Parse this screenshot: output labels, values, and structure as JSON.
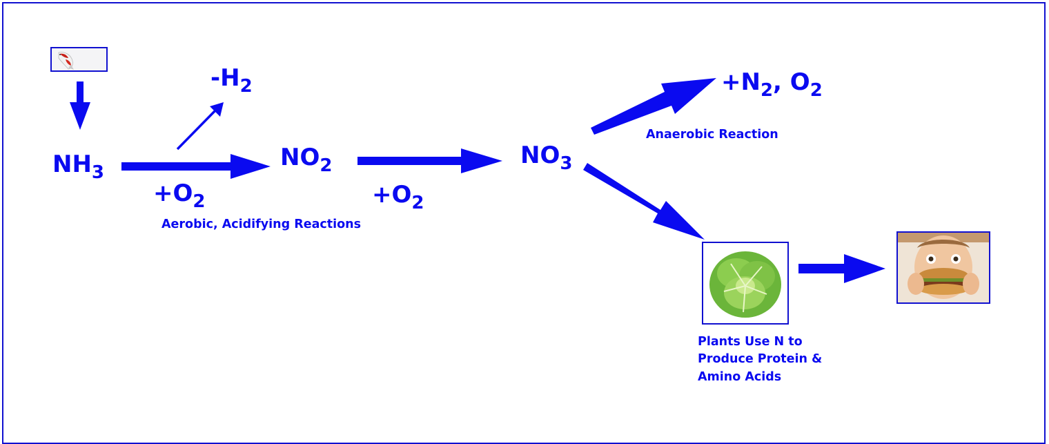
{
  "colors": {
    "diagram_blue": "#0a0af0",
    "frame_blue": "#1010d0"
  },
  "nodes": {
    "nh3": {
      "base": "NH",
      "sub": "3"
    },
    "no2": {
      "base": "NO",
      "sub": "2"
    },
    "no3": {
      "base": "NO",
      "sub": "3"
    },
    "minus_h2": {
      "base": "-H",
      "sub": "2"
    },
    "plus_o2_first": {
      "base": "+O",
      "sub": "2"
    },
    "plus_o2_second": {
      "base": "+O",
      "sub": "2"
    },
    "plus_n2_o2": {
      "base": "+N",
      "sub": "2",
      "tail": ", O",
      "sub2": "2"
    }
  },
  "labels": {
    "aerobic": "Aerobic, Acidifying Reactions",
    "anaerobic": "Anaerobic Reaction",
    "plants": [
      "Plants Use N to",
      "Produce Protein &",
      "Amino Acids"
    ]
  },
  "images": {
    "fish": "koi-fish-icon",
    "lettuce": "lettuce-icon",
    "child": "child-eating-burger-icon"
  }
}
